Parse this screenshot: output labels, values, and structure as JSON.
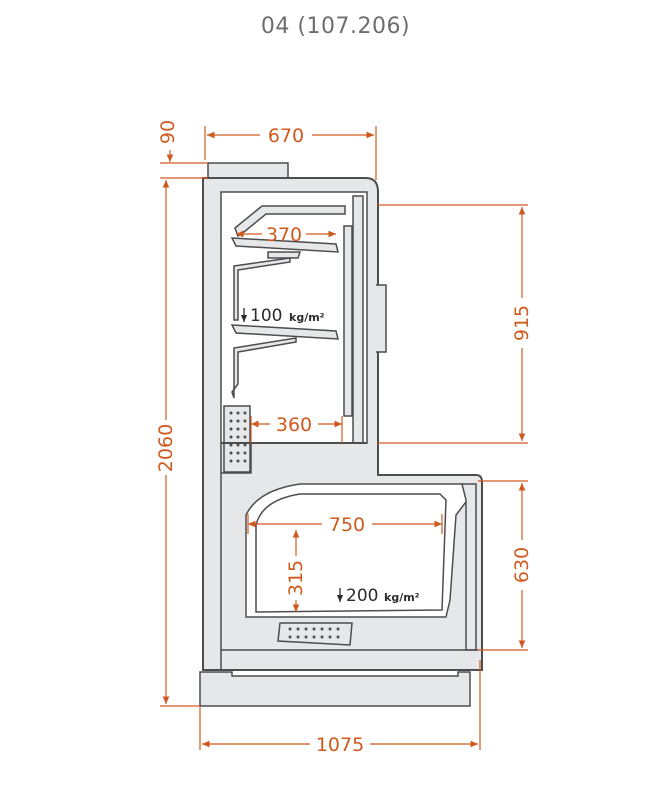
{
  "title": "04 (107.206)",
  "dimensions": {
    "top_offset": "90",
    "top_width": "670",
    "total_height": "2060",
    "upper_height": "915",
    "lower_height": "630",
    "total_width": "1075",
    "shelf_depth_top": "370",
    "shelf_depth_bottom": "360",
    "lower_depth": "750",
    "lower_inner_height": "315"
  },
  "loads": {
    "shelf_load_value": "100",
    "shelf_load_unit": "kg/m²",
    "lower_load_value": "200",
    "lower_load_unit": "kg/m²"
  },
  "colors": {
    "dimension": "#d05a1e",
    "outline": "#4d4d4f",
    "fill": "#e6e7e8",
    "title": "#6d6e71"
  }
}
